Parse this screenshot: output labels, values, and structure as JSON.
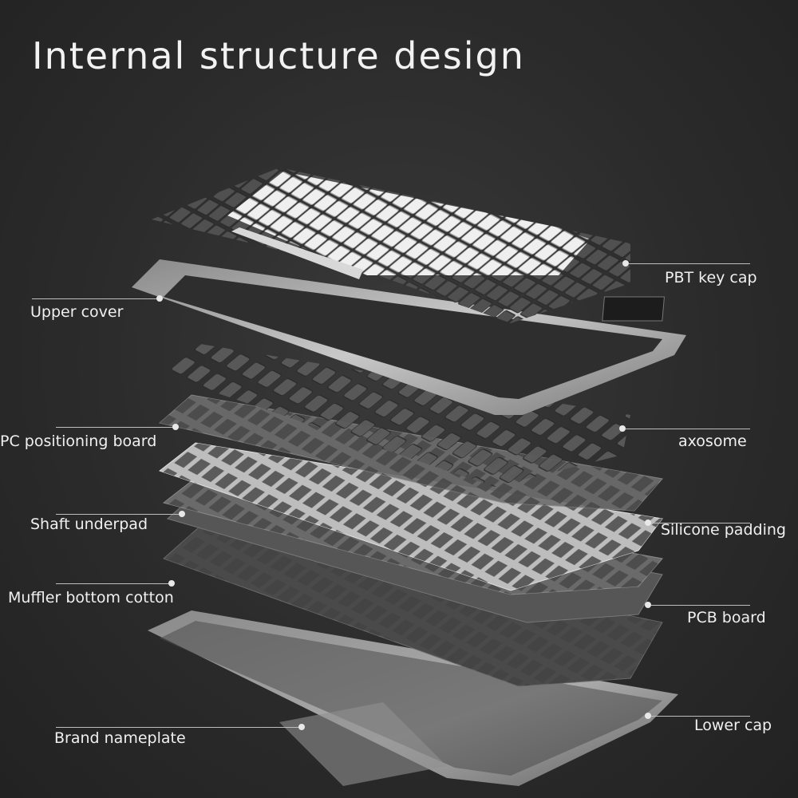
{
  "title": "Internal structure design",
  "callouts": {
    "pbt_key_cap": "PBT key cap",
    "upper_cover": "Upper cover",
    "pc_positioning_board": "PC positioning board",
    "axosome": "axosome",
    "shaft_underpad": "Shaft underpad",
    "silicone_padding": "Silicone padding",
    "muffler_bottom_cotton": "Muffler bottom cotton",
    "pcb_board": "PCB board",
    "brand_nameplate": "Brand nameplate",
    "lower_cap": "Lower cap"
  },
  "colors": {
    "background": "#2b2b2b",
    "text": "#f2f2f2",
    "light_keycap": "#e6e6e6",
    "dark_keycap": "#4a4a4a",
    "frame": "#9a9a9a"
  }
}
